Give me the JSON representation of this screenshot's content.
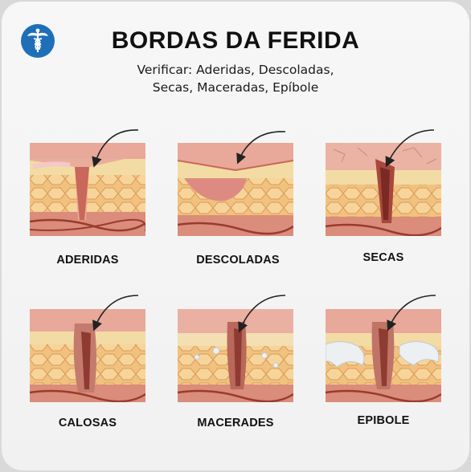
{
  "header": {
    "title": "BORDAS DA FERIDA",
    "subtitle_line1": "Verificar: Aderidas, Descoladas,",
    "subtitle_line2": "Secas, Maceradas, Epíbole",
    "logo_icon": "caduceus-icon",
    "logo_color": "#1f6fb8"
  },
  "panels": [
    {
      "label": "ADERIDAS"
    },
    {
      "label": "DESCOLADAS"
    },
    {
      "label": "SECAS"
    },
    {
      "label": "CALOSAS"
    },
    {
      "label": "MACERADES"
    },
    {
      "label": "EPIBOLE"
    }
  ],
  "colors": {
    "skin_top": "#e8a89a",
    "dermis": "#f0d59a",
    "fat": "#f3c98a",
    "tissue": "#dd9684",
    "vessel": "#9b3a2e"
  }
}
